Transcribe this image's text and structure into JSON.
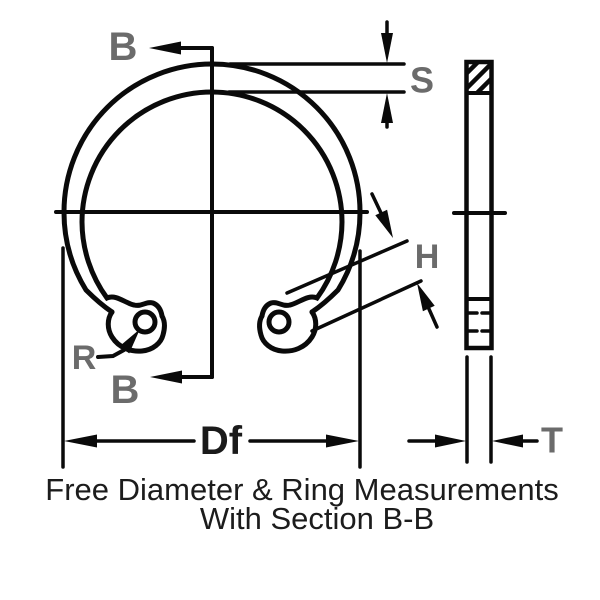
{
  "caption": {
    "line1": "Free Diameter & Ring Measurements",
    "line2": "With Section B-B"
  },
  "dimension_labels": {
    "section_arrow_top": "B",
    "section_arrow_bottom": "B",
    "radial_wall": "S",
    "section_height": "H",
    "lug_radius": "R",
    "free_diameter": "Df",
    "ring_thickness": "T"
  },
  "colors": {
    "line": "#0a0a0a",
    "dimension_label": "#6b6b6b",
    "free_diameter_label": "#1a1a1a",
    "caption": "#1c1c1c",
    "background": "#ffffff"
  }
}
